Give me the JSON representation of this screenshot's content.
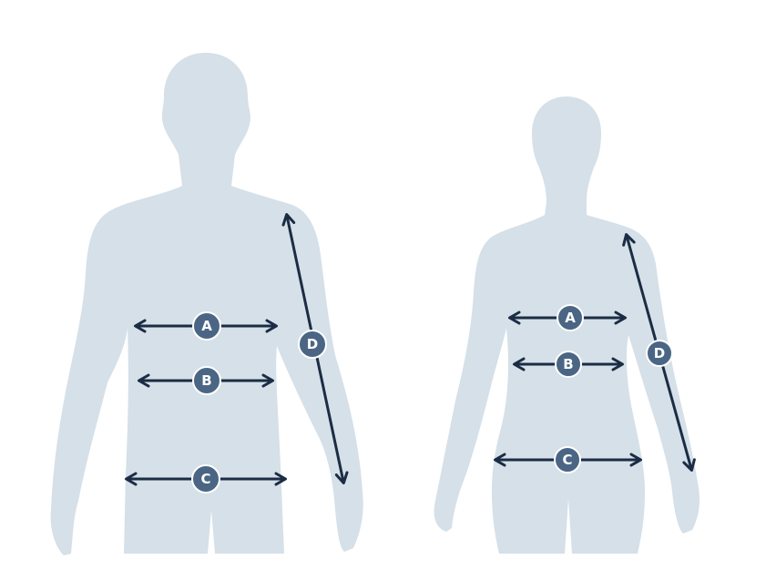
{
  "colors": {
    "silhouette": "#d5e0e8",
    "arrow": "#1b2c44",
    "marker_fill": "#4b6684",
    "marker_text": "#ffffff",
    "background": "#ffffff"
  },
  "figures": {
    "male": {
      "markers": {
        "chest": "A",
        "waist": "B",
        "hips": "C",
        "arm": "D"
      }
    },
    "female": {
      "markers": {
        "chest": "A",
        "waist": "B",
        "hips": "C",
        "arm": "D"
      }
    }
  }
}
